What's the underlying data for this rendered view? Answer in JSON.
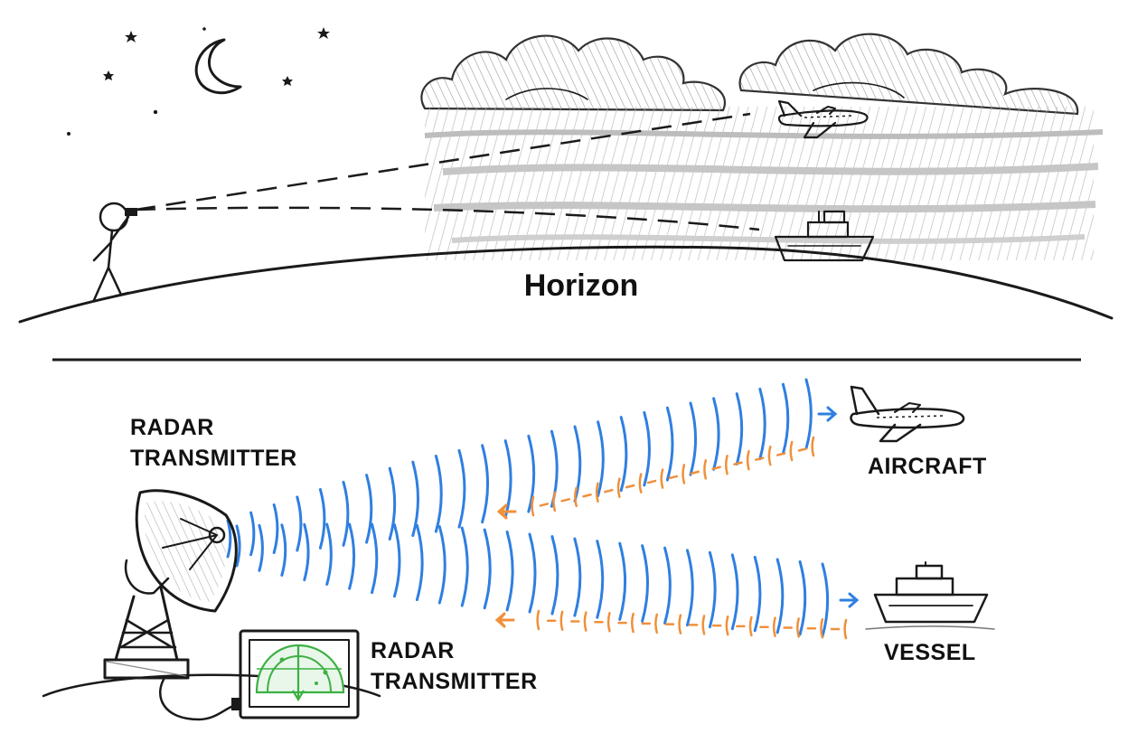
{
  "top_panel": {
    "horizon_label": "Horizon"
  },
  "bottom_panel": {
    "transmitter_label": [
      "RADAR",
      "TRANSMITTER"
    ],
    "display_label": [
      "RADAR",
      "TRANSMITTER"
    ],
    "aircraft_label": "AIRCRAFT",
    "vessel_label": "VESSEL"
  },
  "colors": {
    "ink": "#1a1a1a",
    "outgoing_wave": "#2f7fe0",
    "return_wave": "#f0903a",
    "radar_screen": "#3cb043",
    "cloud_fill": "#cfcfcf"
  },
  "icons": [
    "moon-icon",
    "star-icon",
    "airplane-icon",
    "ship-icon",
    "radar-dish-icon",
    "radar-display-icon",
    "stick-figure-icon"
  ]
}
